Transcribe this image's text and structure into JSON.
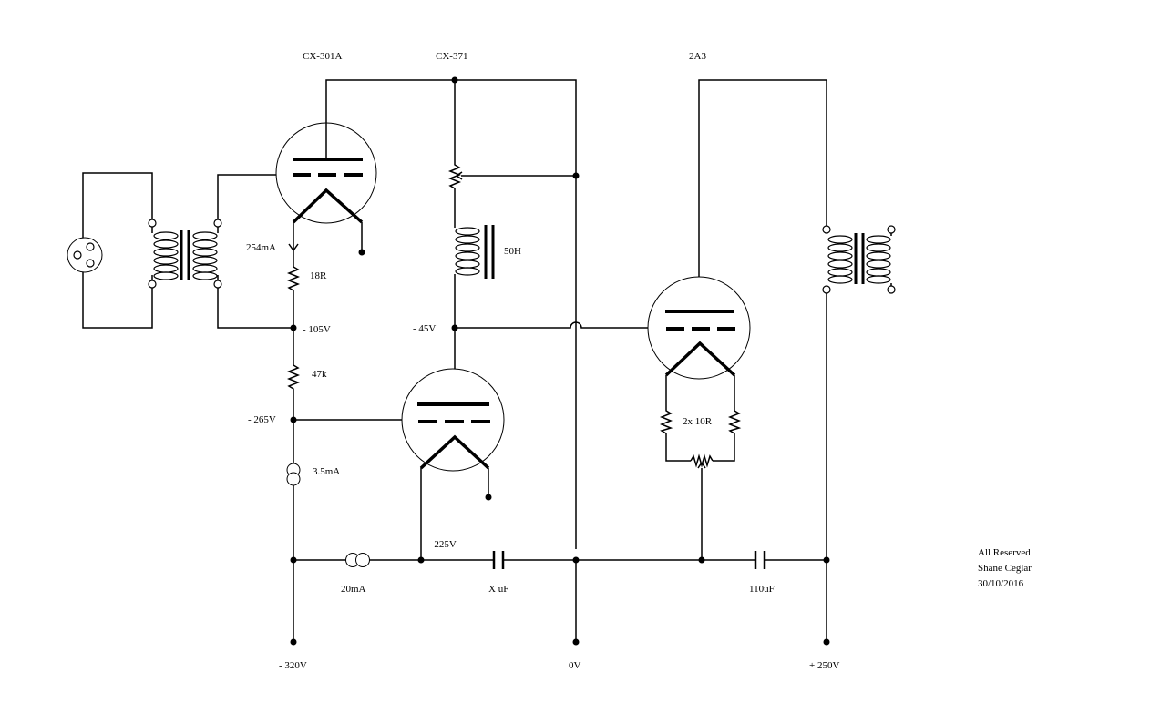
{
  "tubes": {
    "input": "CX-301A",
    "middle": "CX-371",
    "output": "2A3"
  },
  "voltages": {
    "n105": "- 105V",
    "n45": "- 45V",
    "n265": "- 265V",
    "n225": "- 225V",
    "rail_neg": "- 320V",
    "rail_zero": "0V",
    "rail_pos": "+ 250V"
  },
  "components": {
    "current_254": "254mA",
    "r18": "18R",
    "r47k": "47k",
    "ccs_35": "3.5mA",
    "ccs_20": "20mA",
    "choke": "50H",
    "cap_x": "X uF",
    "cap_110": "110uF",
    "r_2x10": "2x 10R"
  },
  "credits": {
    "line1": "All Reserved",
    "line2": "Shane Ceglar",
    "line3": "30/10/2016"
  }
}
